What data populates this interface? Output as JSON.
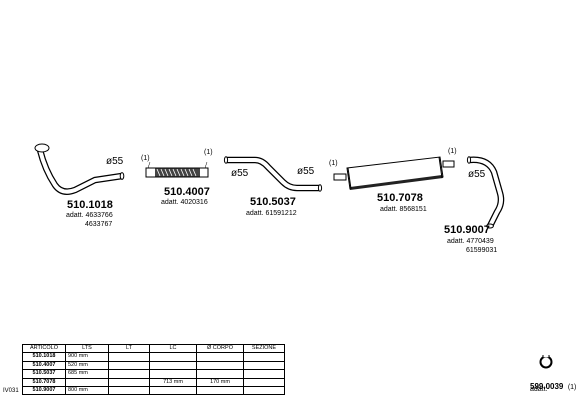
{
  "parts": [
    {
      "code": "510.1018",
      "adatt_prefix": "adatt.",
      "refs": [
        "4633766",
        "4633767"
      ],
      "diameter": "ø55"
    },
    {
      "code": "510.4007",
      "adatt_prefix": "adatt.",
      "refs": [
        "4020316"
      ],
      "parens": [
        "(1)",
        "(1)"
      ]
    },
    {
      "code": "510.5037",
      "adatt_prefix": "adatt.",
      "refs": [
        "61591212"
      ],
      "diameters": [
        "ø55",
        "ø55"
      ]
    },
    {
      "code": "510.7078",
      "adatt_prefix": "adatt.",
      "refs": [
        "8568151"
      ],
      "parens": [
        "(1)",
        "(1)"
      ]
    },
    {
      "code": "510.9007",
      "adatt_prefix": "adatt.",
      "refs": [
        "4770439",
        "61599031"
      ],
      "diameter": "ø55"
    }
  ],
  "accessory": {
    "code": "599.0039",
    "qty": "(1)",
    "adatt": "adatt."
  },
  "side_code": "IV031",
  "table": {
    "headers": [
      "ARTICOLO",
      "LTS",
      "LT",
      "LC",
      "Ø CORPO",
      "SEZIONE"
    ],
    "rows": [
      [
        "510.1018",
        "900 mm",
        "",
        "",
        "",
        ""
      ],
      [
        "510.4007",
        "520 mm",
        "",
        "",
        "",
        ""
      ],
      [
        "510.5037",
        "685 mm",
        "",
        "",
        "",
        ""
      ],
      [
        "510.7078",
        "",
        "",
        "713 mm",
        "170 mm",
        ""
      ],
      [
        "510.9007",
        "800 mm",
        "",
        "",
        "",
        ""
      ]
    ]
  }
}
